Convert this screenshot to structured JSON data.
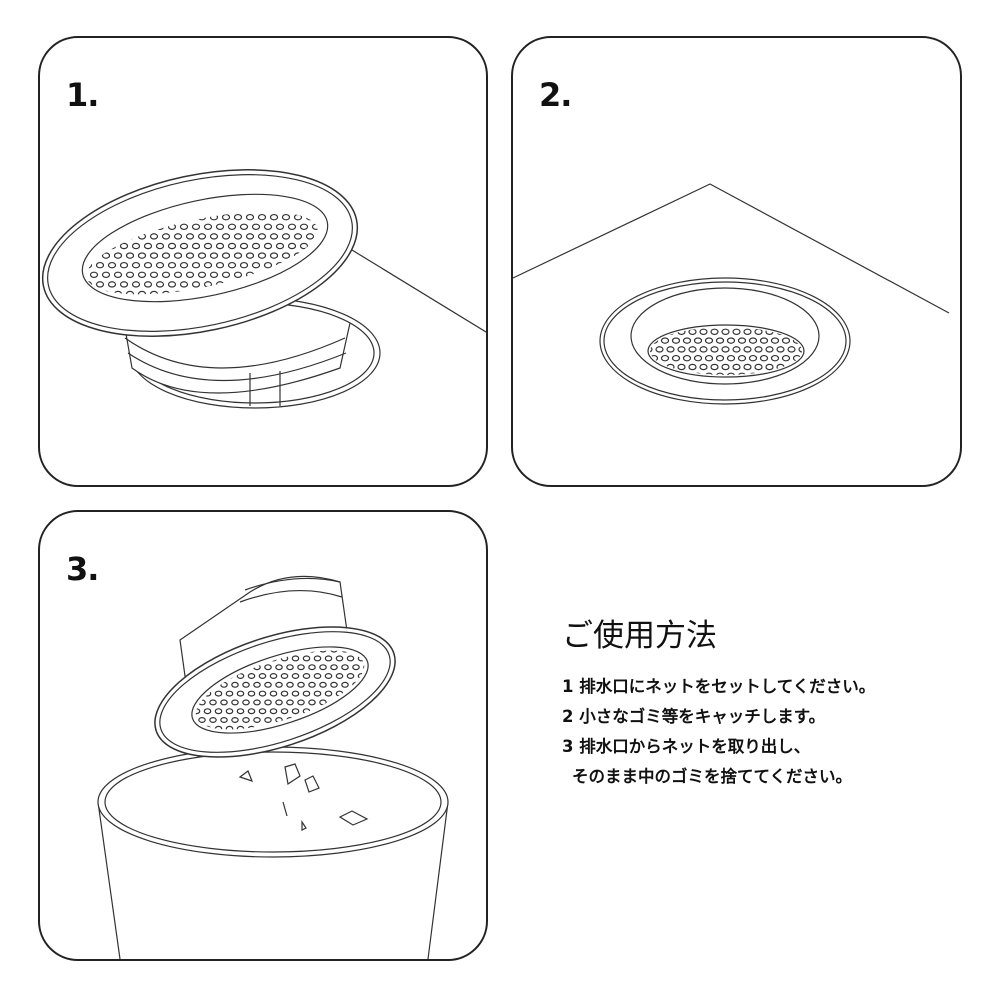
{
  "steps": [
    {
      "number": "1."
    },
    {
      "number": "2."
    },
    {
      "number": "3."
    }
  ],
  "instructions": {
    "title": "ご使用方法",
    "lines": [
      "1 排水口にネットをセットしてください。",
      "2 小さなゴミ等をキャッチします。",
      "3 排水口からネットを取り出し、",
      "そのまま中のゴミを捨ててください。"
    ]
  }
}
